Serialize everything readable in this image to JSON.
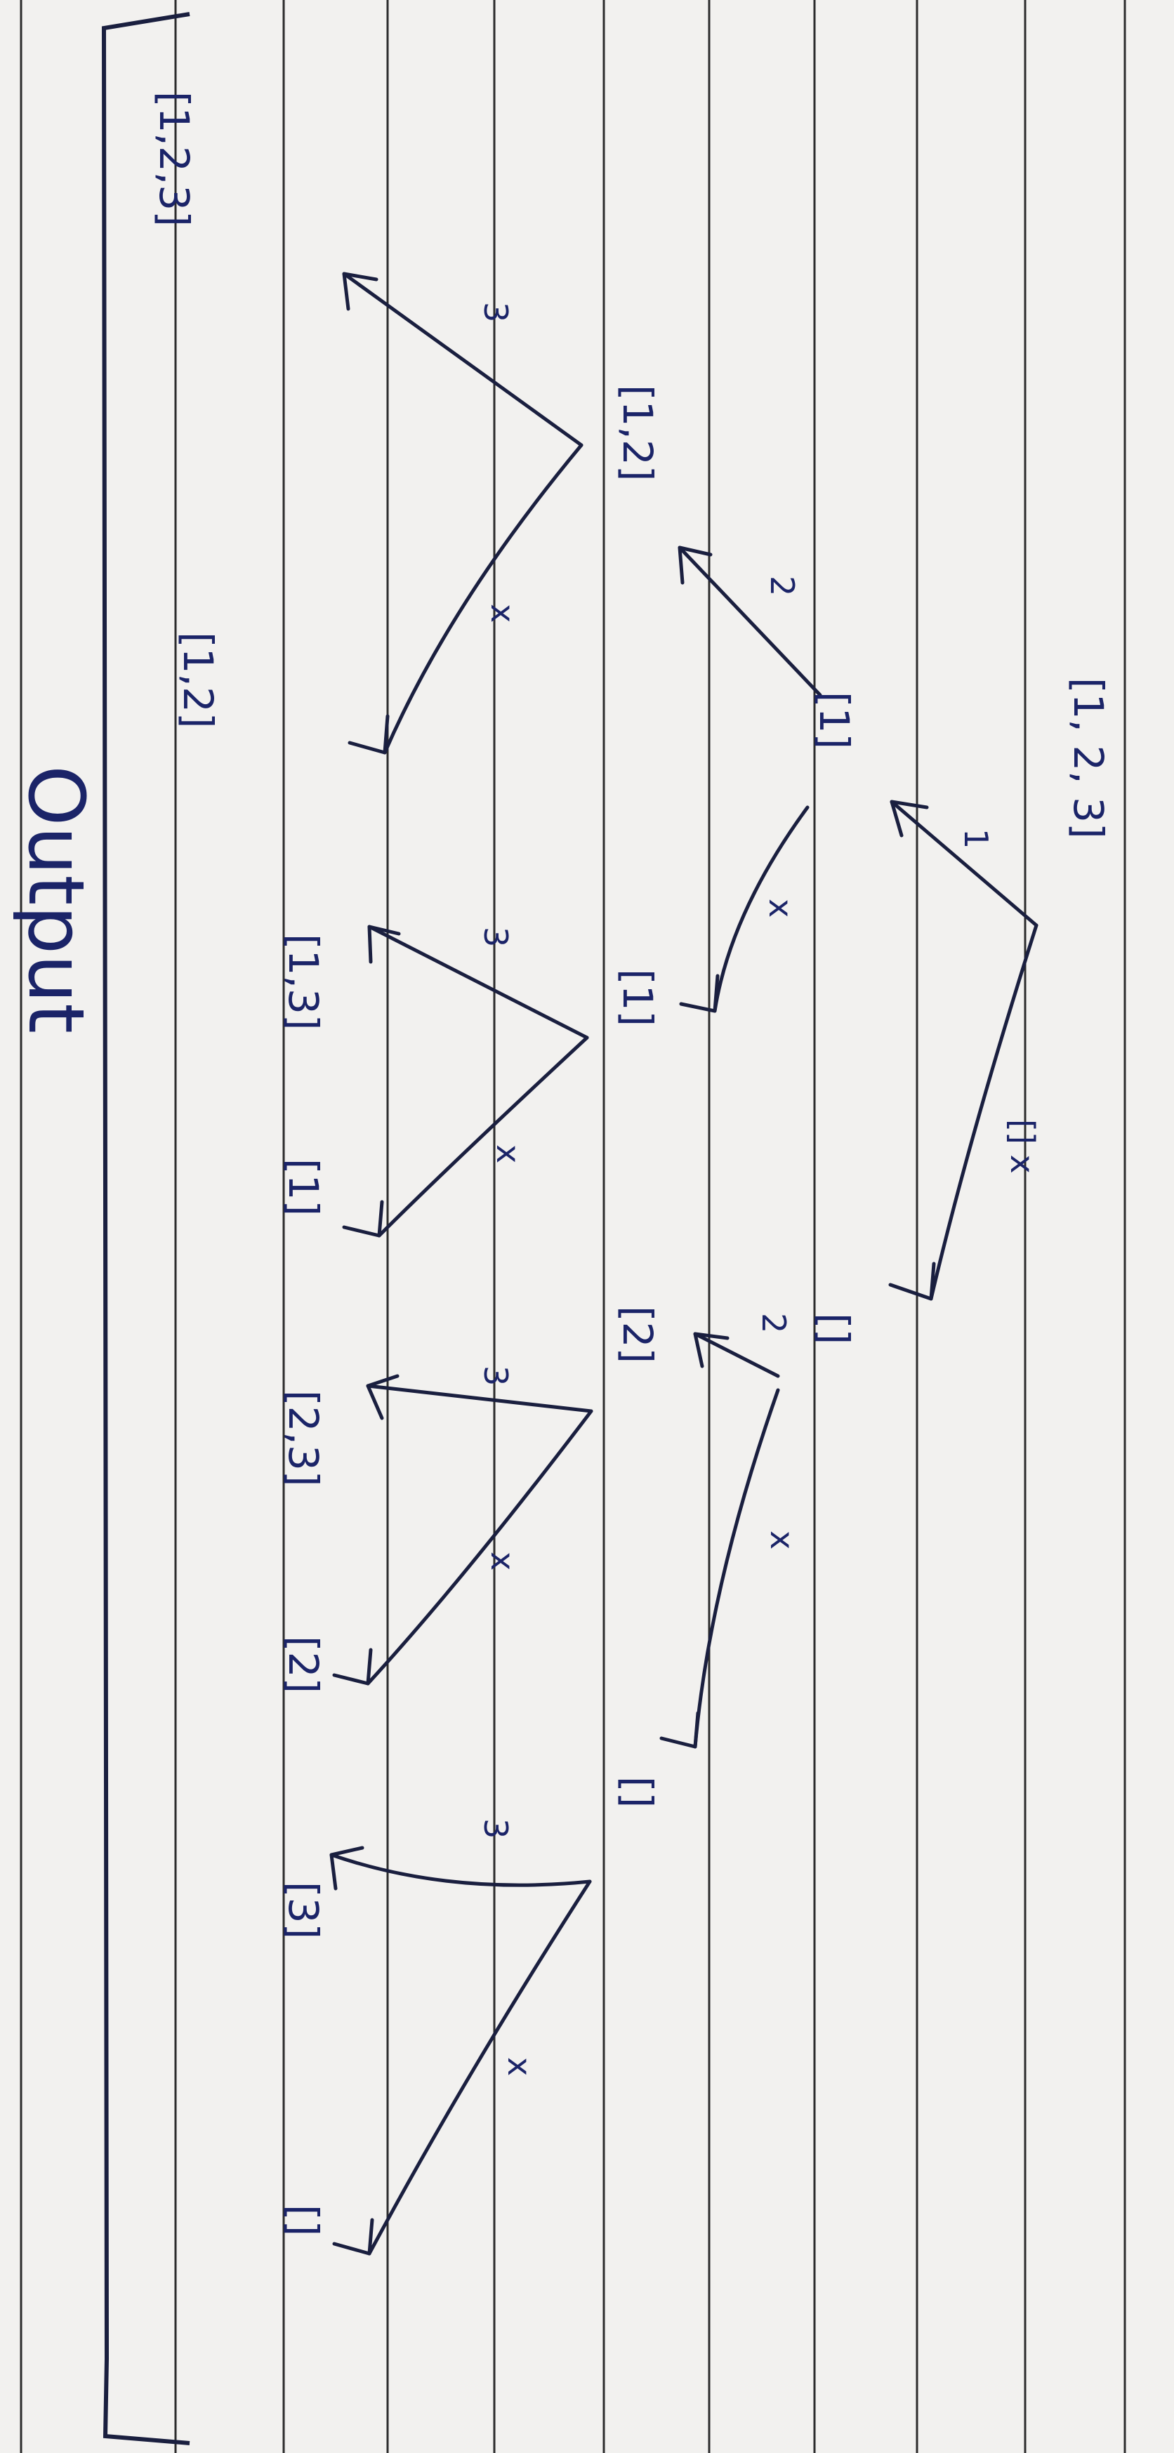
{
  "nodes": {
    "root": "[1, 2, 3]",
    "n1": "[1]",
    "n_empty": "[]",
    "n12": "[1,2]",
    "n1b": "[1]",
    "n2": "[2]",
    "n_empty_b": "[]"
  },
  "edges": {
    "root_to_n1": "1",
    "root_to_empty": "[] x",
    "n1_to_n12": "2",
    "n1_to_n1b": "x",
    "n12_to_leaf123": "3",
    "n12_to_leaf12": "x",
    "n1b_to_leaf13": "3",
    "n1b_to_leaf1": "x",
    "empty_to_n2": "2",
    "empty_to_emptyb": "x",
    "n2_to_leaf23": "3",
    "n2_to_leaf2": "x",
    "emptyb_to_leaf3": "3",
    "emptyb_to_leafempty": "x"
  },
  "leaves": [
    "[1,2,3]",
    "[1,2]",
    "[1,3]",
    "[1]",
    "[2,3]",
    "[2]",
    "[3]",
    "[]"
  ],
  "output_label": "Output",
  "colors": {
    "ink": "#1b2468",
    "rule": "#2c2c2c",
    "paper": "#f2f1ef"
  }
}
